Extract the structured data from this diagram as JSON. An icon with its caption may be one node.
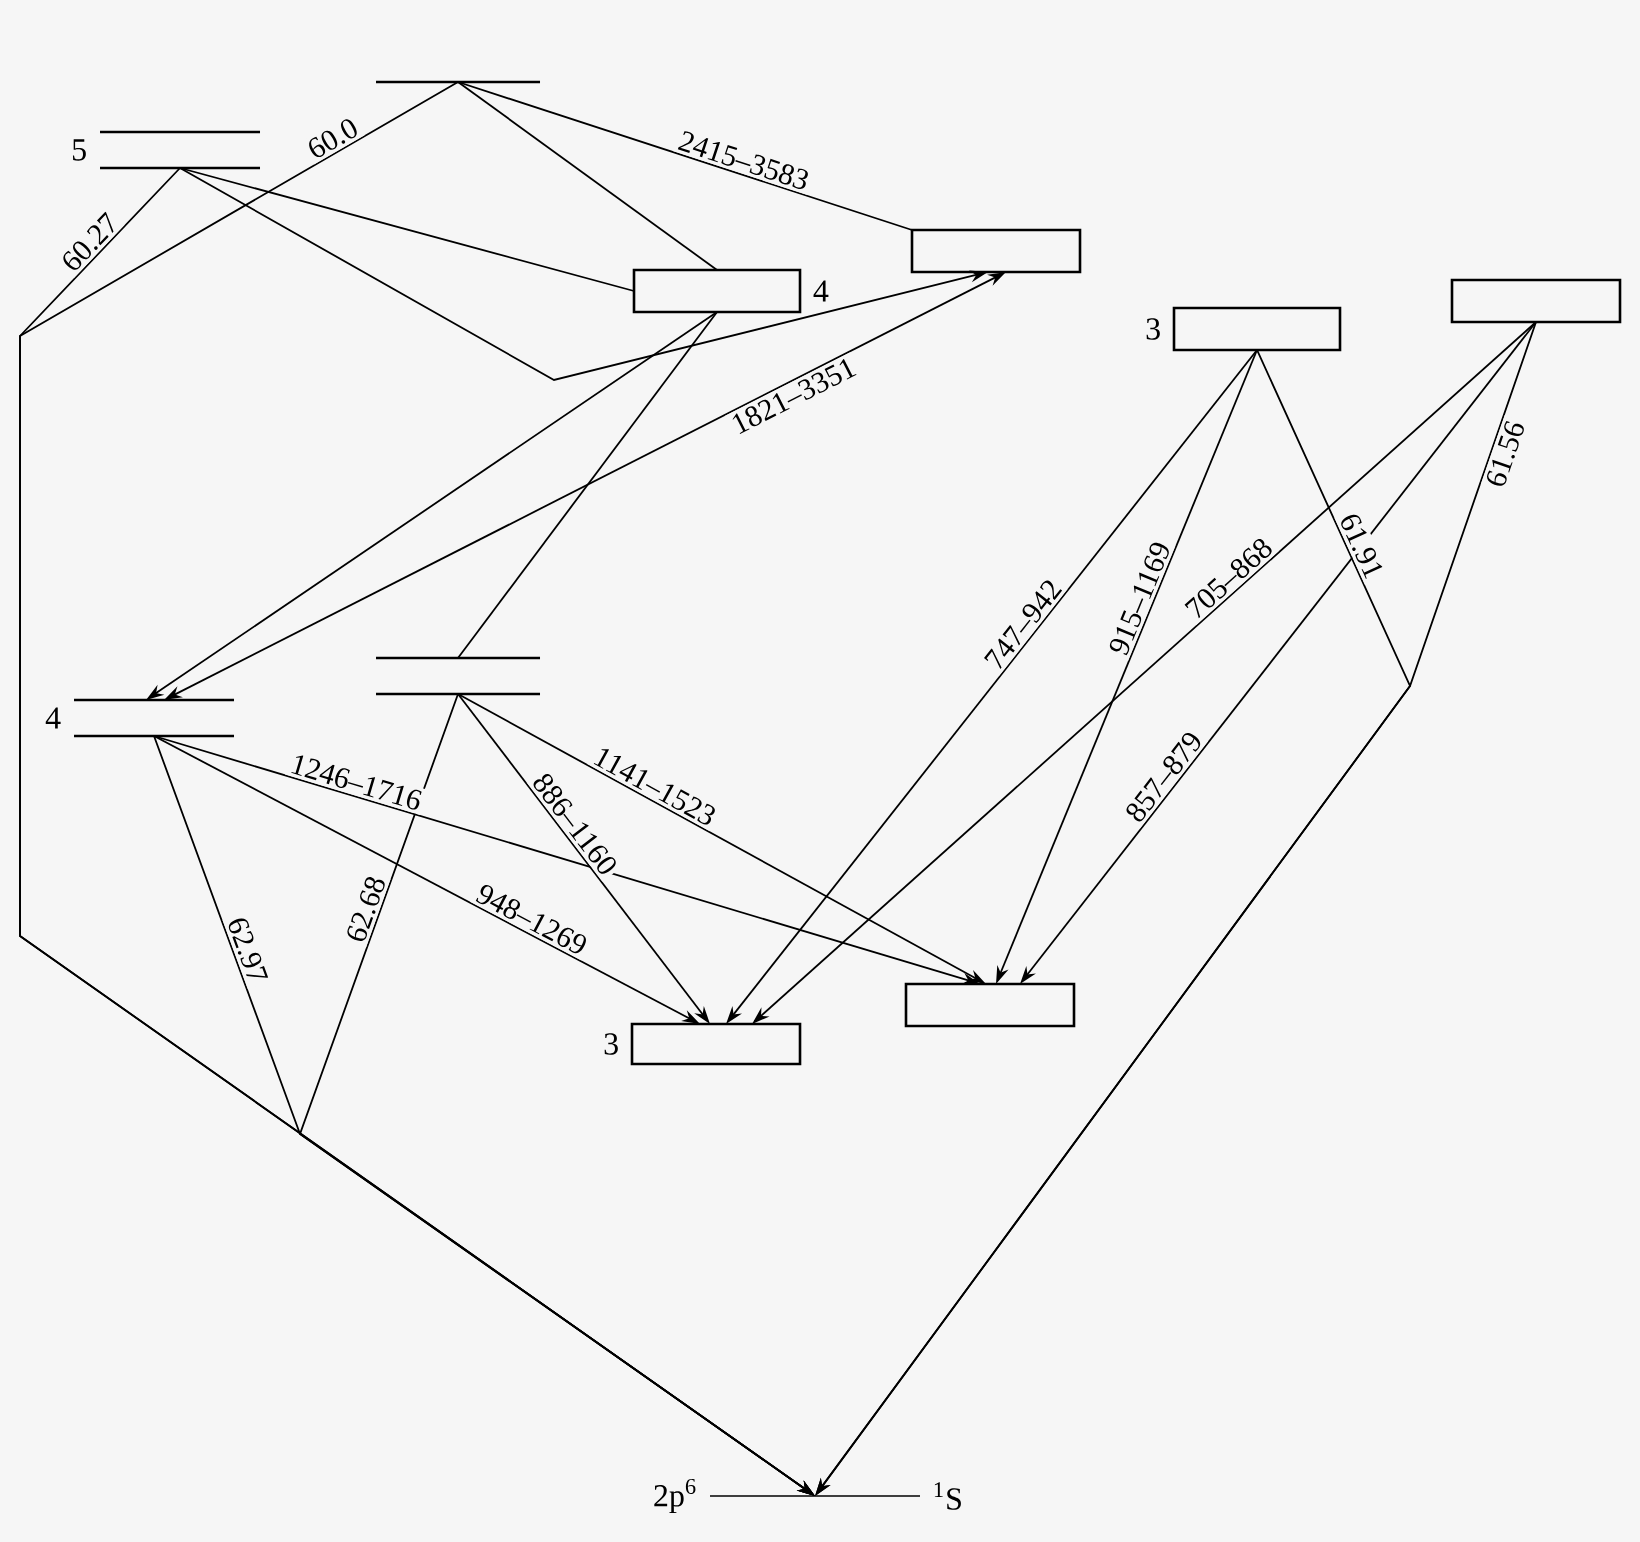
{
  "diagram": {
    "nodes": [
      {
        "text": [
          "5"
        ]
      },
      {
        "text": [],
        "shape": "bar"
      },
      {
        "text": [],
        "shape": "box"
      },
      {
        "text": [
          "4"
        ]
      },
      {
        "text": [
          "3"
        ]
      },
      {
        "text": [],
        "shape": "box"
      },
      {
        "text": [
          "4"
        ]
      },
      {
        "text": [],
        "shape": "bar"
      },
      {
        "text": [
          "3"
        ]
      },
      {
        "text": [],
        "shape": "box"
      },
      {
        "text": [
          "2p$^{6}$",
          "$^{1}$S"
        ]
      }
    ],
    "edges": [
      {
        "from": 0,
        "to": 10,
        "arrow": "to",
        "label": "60.27"
      },
      {
        "from": 1,
        "to": 10,
        "arrow": "to",
        "label": "60.0"
      },
      {
        "from": 1,
        "to": 3,
        "arrow": "none"
      },
      {
        "from": 1,
        "to": 2,
        "arrow": "none",
        "label": "2415–3583"
      },
      {
        "from": 0,
        "to": 3,
        "arrow": "none"
      },
      {
        "from": 0,
        "to": 2,
        "arrow": "to"
      },
      {
        "from": 3,
        "to": 6,
        "arrow": "to"
      },
      {
        "from": 2,
        "to": 6,
        "arrow": "both",
        "label": "1821–3351"
      },
      {
        "from": 3,
        "to": 7,
        "arrow": "none"
      },
      {
        "from": 6,
        "to": 9,
        "arrow": "to",
        "label": "1246–1716"
      },
      {
        "from": 6,
        "to": 8,
        "arrow": "to",
        "label": "948–1269"
      },
      {
        "from": 6,
        "to": 10,
        "arrow": "to",
        "label": "62.97"
      },
      {
        "from": 7,
        "to": 8,
        "arrow": "to",
        "label": "886–1160"
      },
      {
        "from": 7,
        "to": 9,
        "arrow": "to",
        "label": "1141–1523"
      },
      {
        "from": 7,
        "to": 10,
        "arrow": "to",
        "label": "62.68"
      },
      {
        "from": 4,
        "to": 8,
        "arrow": "to",
        "label": "747–942"
      },
      {
        "from": 4,
        "to": 9,
        "arrow": "to",
        "label": "915–1169"
      },
      {
        "from": 4,
        "to": 10,
        "arrow": "to",
        "label": "61.91"
      },
      {
        "from": 5,
        "to": 8,
        "arrow": "to",
        "label": "705–868"
      },
      {
        "from": 5,
        "to": 9,
        "arrow": "to",
        "label": "857–879"
      },
      {
        "from": 5,
        "to": 10,
        "arrow": "to",
        "label": "61.56"
      }
    ]
  }
}
